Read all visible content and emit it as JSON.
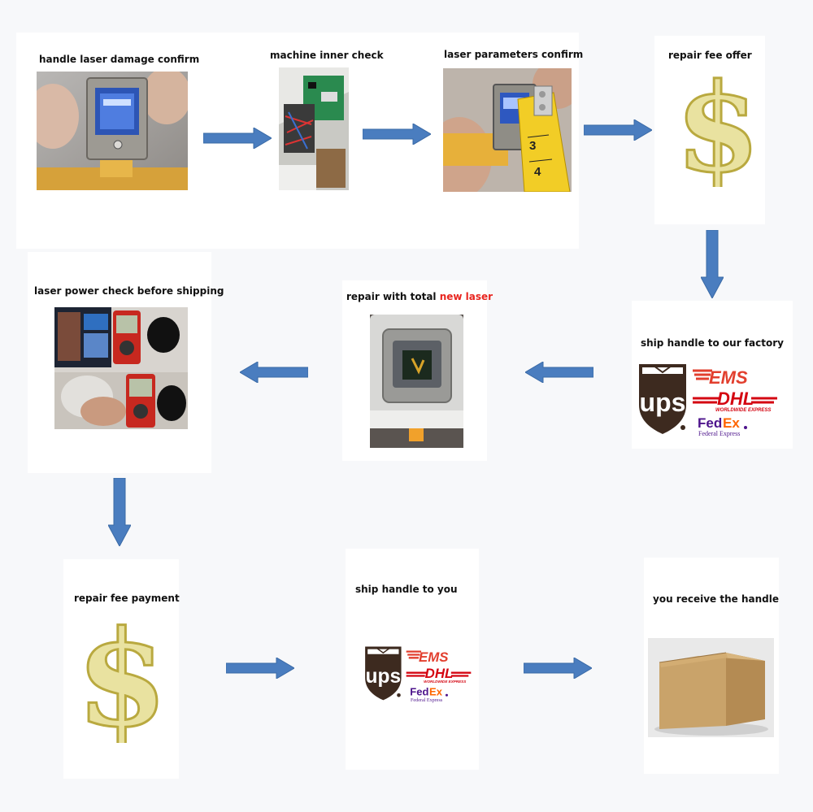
{
  "steps": {
    "s1": {
      "label": "handle laser damage confirm"
    },
    "s2": {
      "label": "machine inner check"
    },
    "s3": {
      "label": "laser parameters confirm"
    },
    "s4": {
      "label": "repair fee offer"
    },
    "s5": {
      "label": "ship handle to our factory"
    },
    "s6": {
      "label_prefix": "repair with total ",
      "label_highlight": "new laser"
    },
    "s7": {
      "label": "laser power check before shipping"
    },
    "s8": {
      "label": "repair fee payment"
    },
    "s9": {
      "label": "ship handle to you"
    },
    "s10": {
      "label": "you receive the handle"
    }
  },
  "logos": {
    "ups": "ups",
    "ems": "EMS",
    "dhl": "DHL",
    "dhl_sub": "WORLDWIDE EXPRESS",
    "fedex_fed": "Fed",
    "fedex_ex": "Ex",
    "fedex_sub": "Federal Express"
  },
  "colors": {
    "arrow": "#4a7dbf",
    "highlight": "#e8251f",
    "dollar": "#e9e2a0",
    "ups_brown": "#3d2a1f",
    "ems_red": "#e23f2e",
    "dhl_red": "#d40511",
    "fedex_purple": "#4d148c",
    "fedex_orange": "#ff6600"
  }
}
